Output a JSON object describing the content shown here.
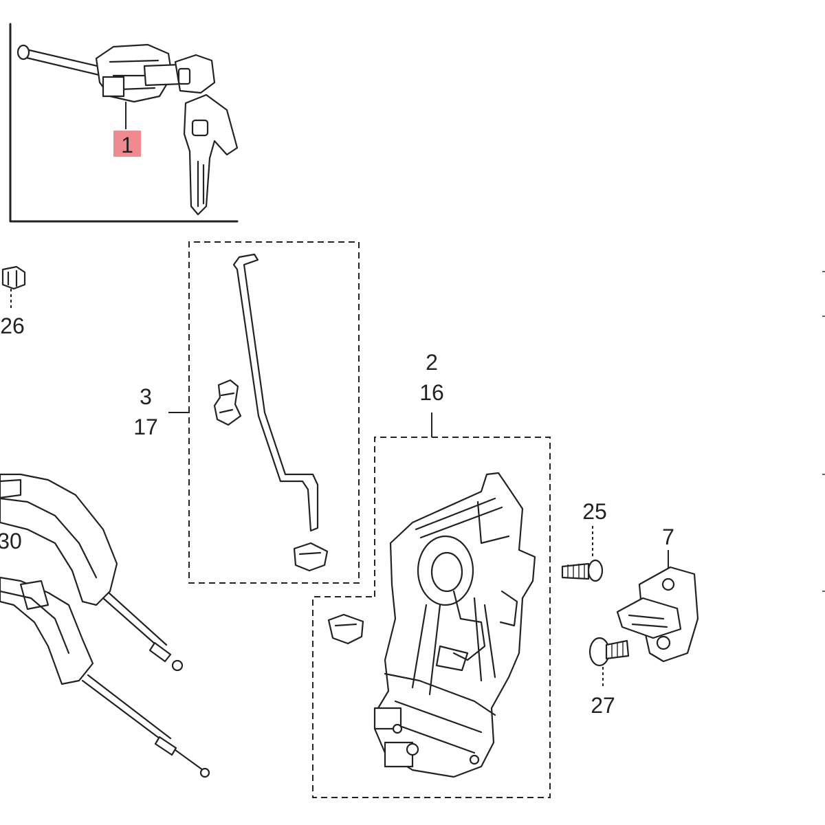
{
  "diagram": {
    "highlight_color": "#f08a8e",
    "callouts": {
      "c1": "1",
      "c26": "26",
      "c3": "3",
      "c17": "17",
      "c2": "2",
      "c16": "16",
      "c25": "25",
      "c7": "7",
      "c27": "27",
      "c30": "30"
    }
  }
}
